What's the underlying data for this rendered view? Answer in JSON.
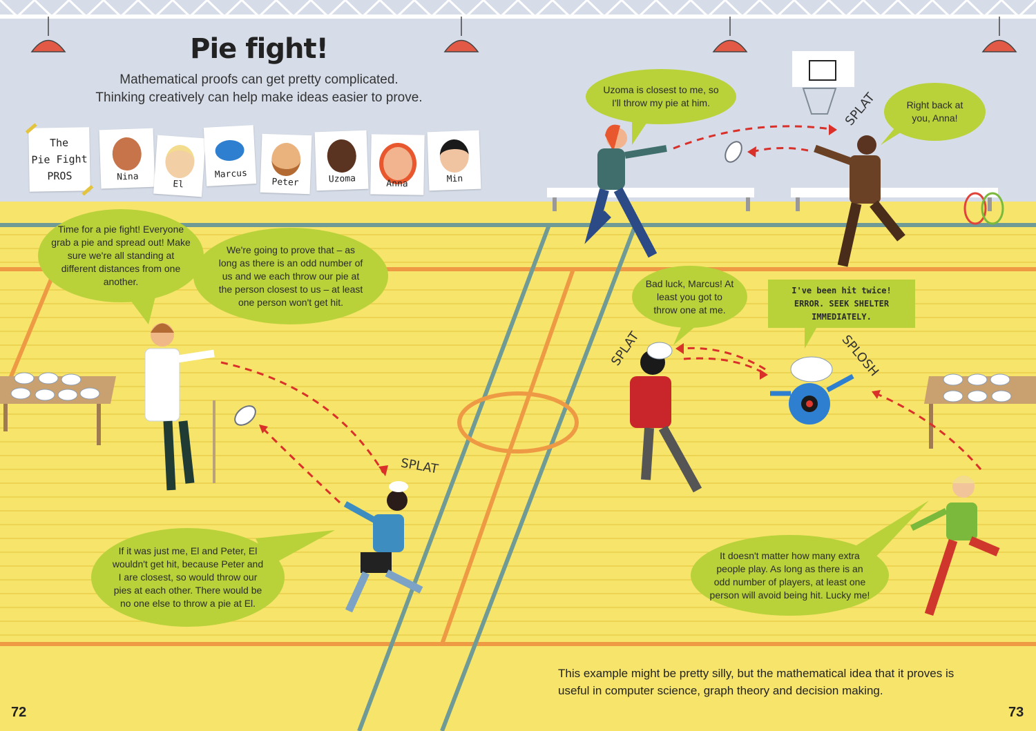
{
  "title": "Pie fight!",
  "intro": [
    "Mathematical proofs can get pretty complicated.",
    "Thinking creatively can help make ideas easier to prove."
  ],
  "cast": {
    "heading": [
      "The",
      "Pie Fight",
      "PROS"
    ],
    "members": [
      "Nina",
      "El",
      "Marcus",
      "Peter",
      "Uzoma",
      "Anna",
      "Min"
    ]
  },
  "bubbles": {
    "peter": "Time for a pie fight! Everyone grab a pie and spread out! Make sure we're all standing at different distances from one another.",
    "prove": "We're going to prove that – as long as there is an odd number of us and we each throw our pie at the person closest to us – at least one person won't get hit.",
    "anna": "Uzoma is closest to me, so I'll throw my pie at him.",
    "uzoma": "Right back at you, Anna!",
    "min": "Bad luck, Marcus! At least you got to throw one at me.",
    "marcus": "I've been hit twice! ERROR. SEEK SHELTER IMMEDIATELY.",
    "nina": "If it was just me, El and Peter, El wouldn't get hit, because Peter and I are closest, so would throw our pies at each other. There would be no one else to throw a pie at El.",
    "el": "It doesn't matter how many extra people play. As long as there is an odd number of players, at least one person will avoid being hit. Lucky me!"
  },
  "sound_effects": {
    "splat_uzoma": "SPLAT",
    "splat_min": "SPLAT",
    "splat_nina": "SPLAT",
    "splosh_marcus": "SPLOSH"
  },
  "footer_text": "This example might be pretty silly, but the mathematical idea that it proves is useful in computer science, graph theory and decision making.",
  "page_numbers": {
    "left": "72",
    "right": "73"
  },
  "colors": {
    "bubble": "#b9d23a",
    "floor": "#f7e46a",
    "wall": "#d6dde9",
    "arrow": "#d9302a"
  }
}
